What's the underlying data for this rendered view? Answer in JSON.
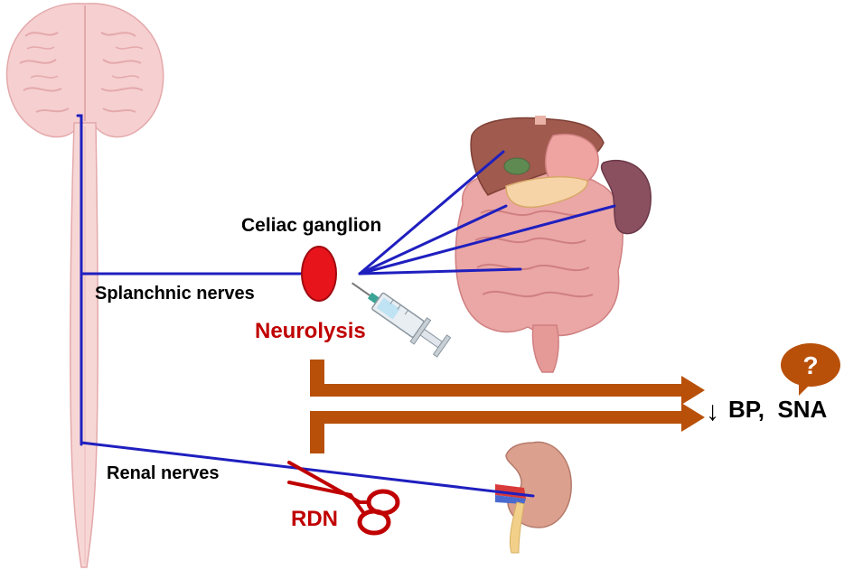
{
  "labels": {
    "celiac_ganglion": "Celiac ganglion",
    "splanchnic_nerves": "Splanchnic nerves",
    "neurolysis": "Neurolysis",
    "renal_nerves": "Renal nerves",
    "rdn": "RDN",
    "down_arrow": "↓",
    "outcome": "BP,  SNA",
    "question": "?"
  },
  "colors": {
    "nerve": "#1f1fbf",
    "ganglion": "#e8141c",
    "intervention_text": "#c00000",
    "arrow": "#b8500a",
    "question_bubble": "#b8500a",
    "brain": "#f6cfd0",
    "spinal_cord": "#f7d7d6",
    "liver": "#a05a4e",
    "intestine": "#e8a0a0",
    "kidney": "#d79a8a",
    "spleen": "#8a5060"
  },
  "icons": [
    "brain-icon",
    "spinal-cord-icon",
    "abdominal-organs-icon",
    "syringe-icon",
    "scissors-icon",
    "kidney-icon"
  ]
}
